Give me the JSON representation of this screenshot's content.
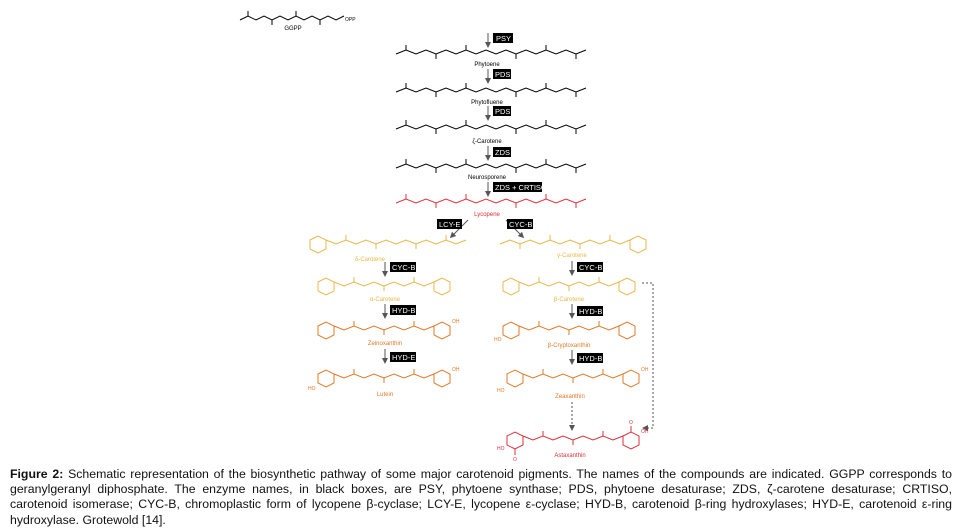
{
  "compounds": {
    "ggpp": "GGPP",
    "opp": "OPP",
    "phytoene": "Phytoene",
    "phytofluene": "Phytofluene",
    "zeta_carotene": "ζ-Carotene",
    "neurosporene": "Neurosporene",
    "lycopene": "Lycopene",
    "delta_carotene": "δ-Carotene",
    "gamma_carotene": "γ-Carotene",
    "alpha_carotene": "α-Carotene",
    "beta_carotene": "β-Carotene",
    "zeinoxanthin": "Zeinoxanthin",
    "beta_cryptoxanthin": "β-Cryptoxanthin",
    "lutein": "Lutein",
    "zeaxanthin": "Zeaxanthin",
    "astaxanthin": "Astaxanthin",
    "oh": "OH",
    "ho": "HO",
    "o": "O"
  },
  "enzymes": {
    "psy": "PSY",
    "pds1": "PDS",
    "pds2": "PDS",
    "zds": "ZDS",
    "zds_crtiso": "ZDS + CRTISO",
    "lcy_e": "LCY-E",
    "cyc_b_main": "CYC-B",
    "cyc_b_left": "CYC-B",
    "cyc_b_right": "CYC-B",
    "hyd_b_left": "HYD-B",
    "hyd_b_right1": "HYD-B",
    "hyd_b_right2": "HYD-B",
    "hyd_e": "HYD-E"
  },
  "colors": {
    "linear": "#000000",
    "lycopene": "#e0303a",
    "carotene": "#e8b84a",
    "xanthophyll": "#e07a2a",
    "astaxanthin": "#d8323a"
  },
  "caption": {
    "label": "Figure 2:",
    "text": " Schematic representation of the biosynthetic pathway of some major carotenoid pigments. The names of the compounds are indicated. GGPP corresponds to geranylgeranyl diphosphate. The enzyme names, in black boxes, are PSY, phytoene synthase; PDS, phytoene desaturase; ZDS, ζ-carotene desaturase; CRTISO, carotenoid isomerase; CYC-B, chromoplastic form of lycopene β-cyclase; LCY-E, lycopene ε-cyclase; HYD-B, carotenoid β-ring hydroxylases; HYD-E, carotenoid ε-ring hydroxylase. Grotewold [14]."
  }
}
